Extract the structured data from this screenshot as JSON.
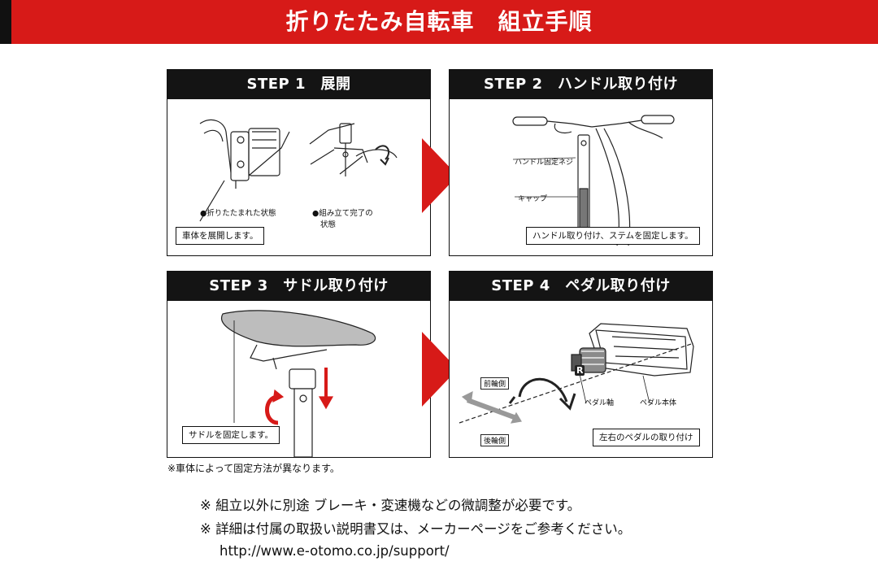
{
  "header": {
    "title": "折りたたみ自転車　組立手順"
  },
  "steps": [
    {
      "title": "STEP 1　展開",
      "labels": [
        "●折りたたまれた状態",
        "●組み立て完了の",
        "状態"
      ],
      "caption": "車体を展開します。"
    },
    {
      "title": "STEP 2　ハンドル取り付け",
      "labels": [
        "ハンドル固定ネジ",
        "キャップ"
      ],
      "caption": "ハンドル取り付け、ステムを固定します。"
    },
    {
      "title": "STEP 3　サドル取り付け",
      "labels": [],
      "caption": "サドルを固定します。"
    },
    {
      "title": "STEP 4　ペダル取り付け",
      "labels": [
        "前輪側",
        "後輪側",
        "ペダル軸",
        "ペダル本体",
        "R"
      ],
      "caption": "左右のペダルの取り付け"
    }
  ],
  "note_small": "※車体によって固定方法が異なります。",
  "notes": [
    "※ 組立以外に別途 ブレーキ・変速機などの微調整が必要です。",
    "※ 詳細は付属の取扱い説明書又は、メーカーページをご参考ください。"
  ],
  "url": "http://www.e-otomo.co.jp/support/",
  "colors": {
    "accent": "#d71a18",
    "dark": "#141414"
  }
}
